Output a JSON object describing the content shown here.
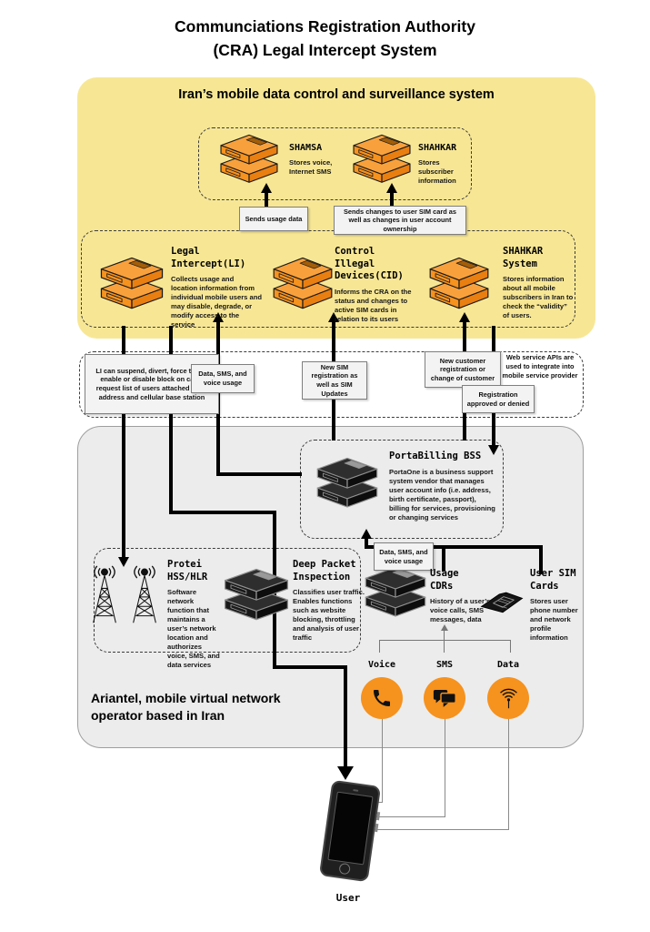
{
  "page": {
    "title": "Communciations Registration Authority\n(CRA) Legal Intercept System"
  },
  "colors": {
    "accent_orange": "#F6921E",
    "cra_yellow": "#F7E795",
    "mvno_gray": "#ECECEC"
  },
  "cra": {
    "title": "Iran’s mobile data control and surveillance system",
    "shamsa": {
      "name": "SHAMSA",
      "desc": "Stores voice, Internet SMS"
    },
    "shahkar_db": {
      "name": "SHAHKAR",
      "desc": "Stores subscriber information"
    },
    "flow_usage": "Sends usage data",
    "flow_changes": "Sends changes to user SIM card as well as changes in user account ownership",
    "li": {
      "name": "Legal\nIntercept(LI)",
      "desc": "Collects usage and location information from individual mobile users and may disable, degrade, or modify access to the service"
    },
    "cid": {
      "name": "Control Illegal\nDevices(CID)",
      "desc": "Informs the CRA on the status and changes to active SIM cards in relation to its users"
    },
    "shahkar_system": {
      "name": "SHAHKAR\nSystem",
      "desc": "Stores information about all mobile subscribers in Iran to check the “validity” of users."
    }
  },
  "gap": {
    "li_capabilities": "LI can suspend, divert, force to 2G, enable or disable block on calls, request list of users attached to an address and cellular base station",
    "usage_up": "Data, SMS, and voice usage",
    "new_sim": "New SIM registration as well as SIM Updates",
    "new_customer": "New customer registration or change of customer",
    "web_api": "Web service APIs are used to integrate into mobile service provider",
    "registration": "Registration approved or denied"
  },
  "mvno": {
    "portabilling": {
      "name": "PortaBilling BSS",
      "desc": "PortaOne is a business support system vendor that manages user account info (i.e. address, birth certificate, passport), billing for services, provisioning or changing services"
    },
    "usage_flow": "Data, SMS, and voice usage",
    "protei": {
      "name": "Protei\nHSS/HLR",
      "desc": "Software network function that maintains a user’s network location and authorizes voice, SMS, and data services"
    },
    "dpi": {
      "name": "Deep Packet\nInspection",
      "desc": "Classifies user traffic. Enables functions such as website blocking, throttling and analysis of user traffic"
    },
    "usage_cdrs": {
      "name": "Usage\nCDRs",
      "desc": "History of a user’s voice calls, SMS messages, data"
    },
    "user_sim": {
      "name": "User SIM\nCards",
      "desc": "Stores user phone number and network profile information"
    },
    "services": {
      "voice": "Voice",
      "sms": "SMS",
      "data": "Data"
    },
    "caption": "Ariantel, mobile virtual network operator based in Iran"
  },
  "user_label": "User"
}
